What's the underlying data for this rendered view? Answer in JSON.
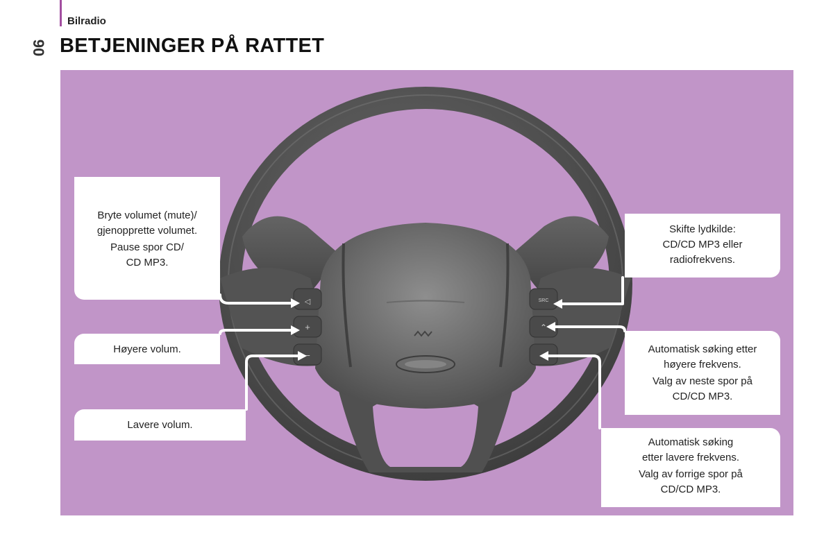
{
  "header": {
    "section": "Bilradio",
    "page_number": "90",
    "title": "BETJENINGER PÅ RATTET"
  },
  "colors": {
    "accent": "#a24ea0",
    "panel_background": "#c195c8"
  },
  "icons": [
    "steering-wheel",
    "mute-button-icon",
    "volume-up-icon",
    "volume-down-icon",
    "source-button-icon",
    "seek-up-icon",
    "seek-down-icon"
  ],
  "callouts": {
    "mute": [
      "Bryte volumet (mute)/",
      "gjenopprette volumet.",
      "Pause spor CD/",
      "CD MP3."
    ],
    "volume_up": [
      "Høyere volum."
    ],
    "volume_down": [
      "Lavere volum."
    ],
    "source": [
      "Skifte lydkilde:",
      "CD/CD MP3 eller",
      "radiofrekvens."
    ],
    "seek_up": [
      "Automatisk søking etter",
      "høyere frekvens.",
      "Valg av neste spor på",
      "CD/CD MP3."
    ],
    "seek_down": [
      "Automatisk søking",
      "etter lavere frekvens.",
      "Valg av forrige spor på",
      "CD/CD MP3."
    ]
  }
}
